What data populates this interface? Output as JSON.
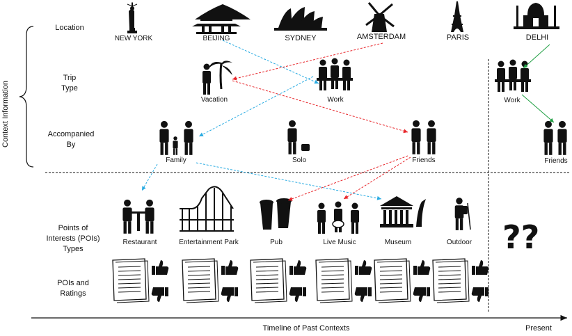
{
  "context_label": "Context Information",
  "rows": {
    "location": "Location",
    "trip_type": "Trip\nType",
    "accompanied": "Accompanied\nBy",
    "poi_types": "Points of\nInterests (POIs)\nTypes",
    "poi_ratings": "POIs and\nRatings"
  },
  "cities": [
    "NEW YORK",
    "BEIJING",
    "SYDNEY",
    "AMSTERDAM",
    "PARIS",
    "DELHI"
  ],
  "trip_types": {
    "vacation": "Vacation",
    "work": "Work",
    "work_present": "Work"
  },
  "companions": {
    "family": "Family",
    "solo": "Solo",
    "friends": "Friends",
    "friends_present": "Friends"
  },
  "poi_types": [
    "Restaurant",
    "Entertainment Park",
    "Pub",
    "Live Music",
    "Museum",
    "Outdoor"
  ],
  "timeline_label": "Timeline of Past Contexts",
  "present_label": "Present",
  "unknown_marks": "??",
  "colors": {
    "blue": "#29abe2",
    "red": "#e8262b",
    "green": "#22a045",
    "ink": "#111111"
  }
}
